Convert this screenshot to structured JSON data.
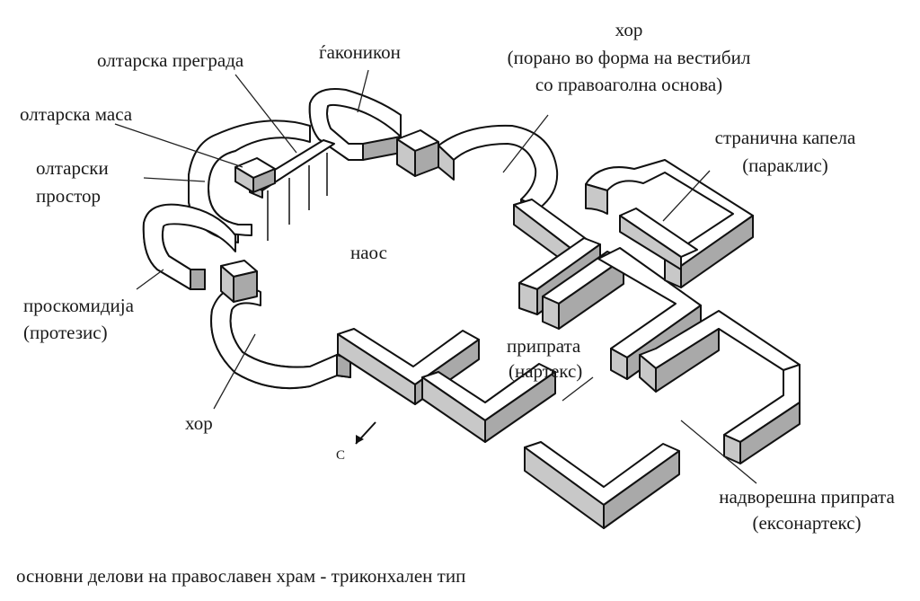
{
  "labels": {
    "horn_title": "хор",
    "horn_note_1": "(порано во форма на вестибил",
    "horn_note_2": "со правоаголна основа)",
    "altar_screen": "олтарска преграда",
    "diakonikon": "ѓаконикон",
    "altar_table": "олтарска маса",
    "altar_space_1": "олтарски",
    "altar_space_2": "простор",
    "side_chapel_1": "странична капела",
    "side_chapel_2": "(параклис)",
    "naos": "наос",
    "proskomidia_1": "проскомидија",
    "proskomidia_2": "(протезис)",
    "narthex_1": "припрата",
    "narthex_2": "(нартекс)",
    "choir_south": "хор",
    "north": "С",
    "exonarthex_1": "надворешна припрата",
    "exonarthex_2": "(ексонартекс)"
  },
  "caption": "основни делови на православен храм - триконхален тип",
  "colors": {
    "wall_top": "#ffffff",
    "wall_side": "#a9a9a9",
    "wall_front": "#c8c8c8",
    "ink": "#111111"
  }
}
